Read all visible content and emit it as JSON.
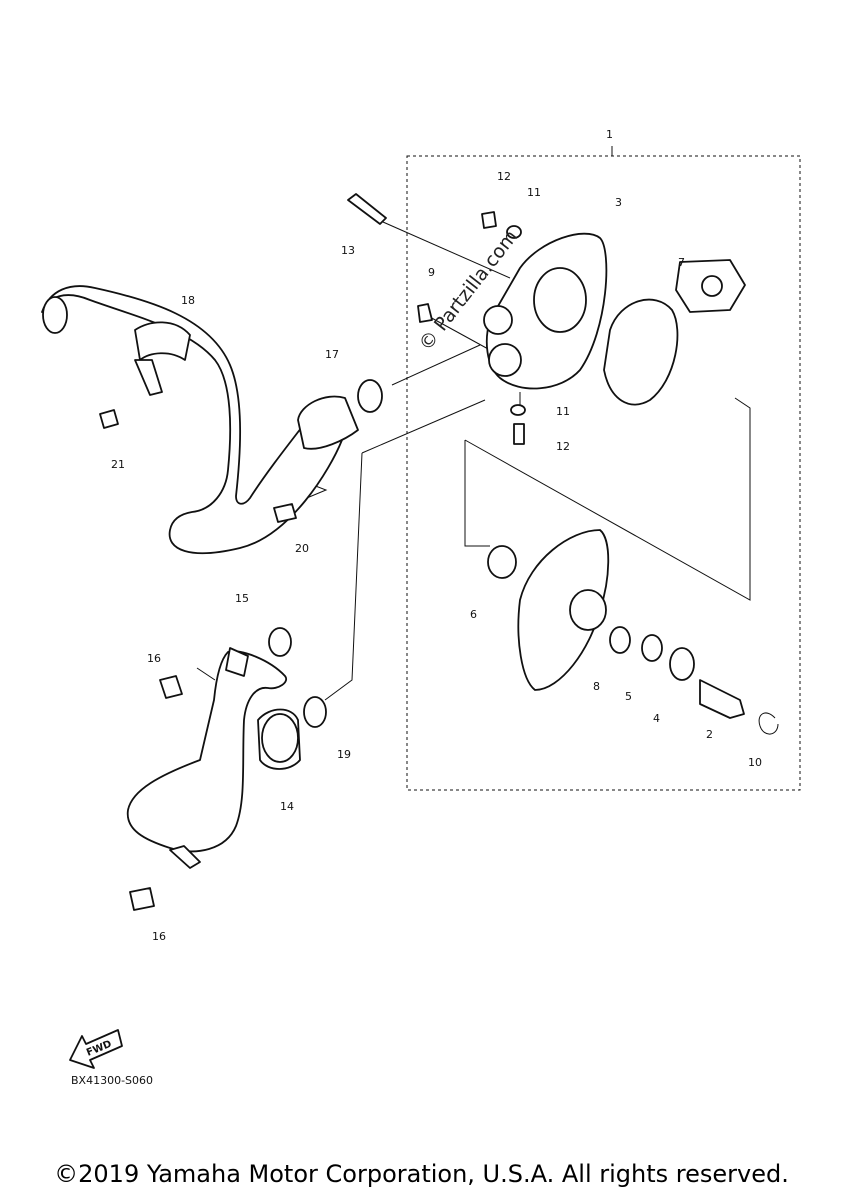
{
  "callouts": [
    {
      "id": "c1",
      "text": "1"
    },
    {
      "id": "c2",
      "text": "2"
    },
    {
      "id": "c3",
      "text": "3"
    },
    {
      "id": "c4",
      "text": "4"
    },
    {
      "id": "c5",
      "text": "5"
    },
    {
      "id": "c6",
      "text": "6"
    },
    {
      "id": "c7",
      "text": "7"
    },
    {
      "id": "c8",
      "text": "8"
    },
    {
      "id": "c9",
      "text": "9"
    },
    {
      "id": "c10",
      "text": "10"
    },
    {
      "id": "c11a",
      "text": "11"
    },
    {
      "id": "c11b",
      "text": "11"
    },
    {
      "id": "c12a",
      "text": "12"
    },
    {
      "id": "c12b",
      "text": "12"
    },
    {
      "id": "c13",
      "text": "13"
    },
    {
      "id": "c14",
      "text": "14"
    },
    {
      "id": "c15",
      "text": "15"
    },
    {
      "id": "c16a",
      "text": "16"
    },
    {
      "id": "c16b",
      "text": "16"
    },
    {
      "id": "c17",
      "text": "17"
    },
    {
      "id": "c18",
      "text": "18"
    },
    {
      "id": "c19",
      "text": "19"
    },
    {
      "id": "c20",
      "text": "20"
    },
    {
      "id": "c21",
      "text": "21"
    }
  ],
  "watermark": "© Partzilla.com",
  "fwd_label": "FWD",
  "diagram_code": "BX41300-S060",
  "copyright": "©2019 Yamaha Motor Corporation, U.S.A. All rights reserved."
}
